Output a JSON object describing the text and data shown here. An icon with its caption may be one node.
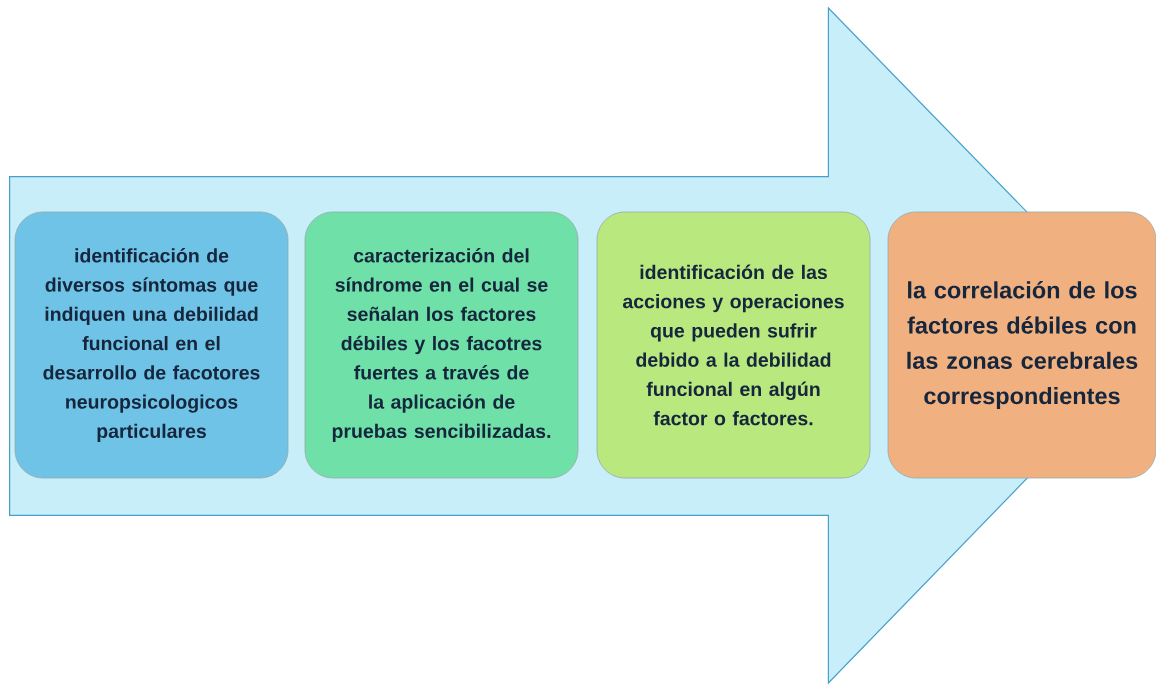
{
  "diagram": {
    "nodes": [
      {
        "text": [
          "identificación de diversos síntomas que indiquen una debilidad funcional en el desarrollo de facotores neuropsicologicos particulares"
        ]
      },
      {
        "text": [
          "caracterización del síndrome en el cual se señalan los factores débiles y los facotres fuertes a través de la aplicación de pruebas sencibilizadas."
        ]
      },
      {
        "text": [
          "identificación de las acciones y operaciones que pueden sufrir debido a la debilidad funcional en algún factor o factores."
        ]
      },
      {
        "text": [
          "la correlación de los factores débiles con las zonas cerebrales correspondientes"
        ]
      }
    ],
    "edges": [
      {
        "from": 0,
        "to": 3,
        "arrow": "to"
      }
    ]
  }
}
